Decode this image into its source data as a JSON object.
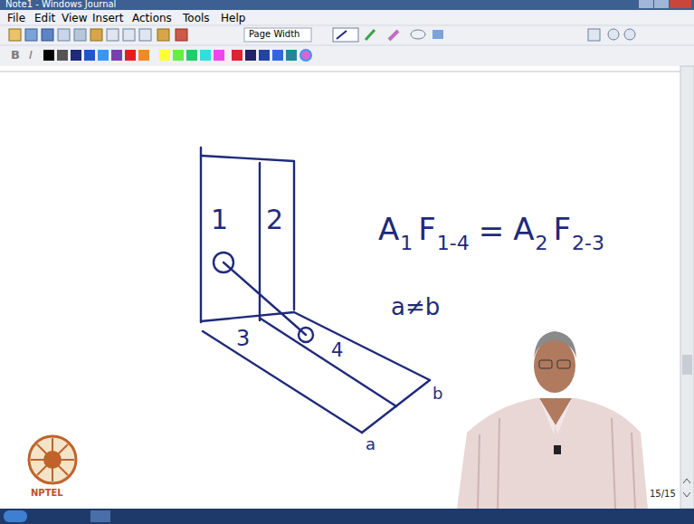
{
  "diagram": {
    "labels": [
      "Note1 - Windows Journal",
      "File",
      "Edit",
      "View",
      "Insert",
      "Actions",
      "Tools",
      "Help",
      "Page Width",
      "B",
      "I",
      "1",
      "2",
      "3",
      "4",
      "A",
      "1",
      "F",
      "1-4",
      "=",
      "A",
      "2",
      "F",
      "2-3",
      "a≠b",
      "a",
      "b",
      "15/15",
      "NPTEL"
    ]
  }
}
